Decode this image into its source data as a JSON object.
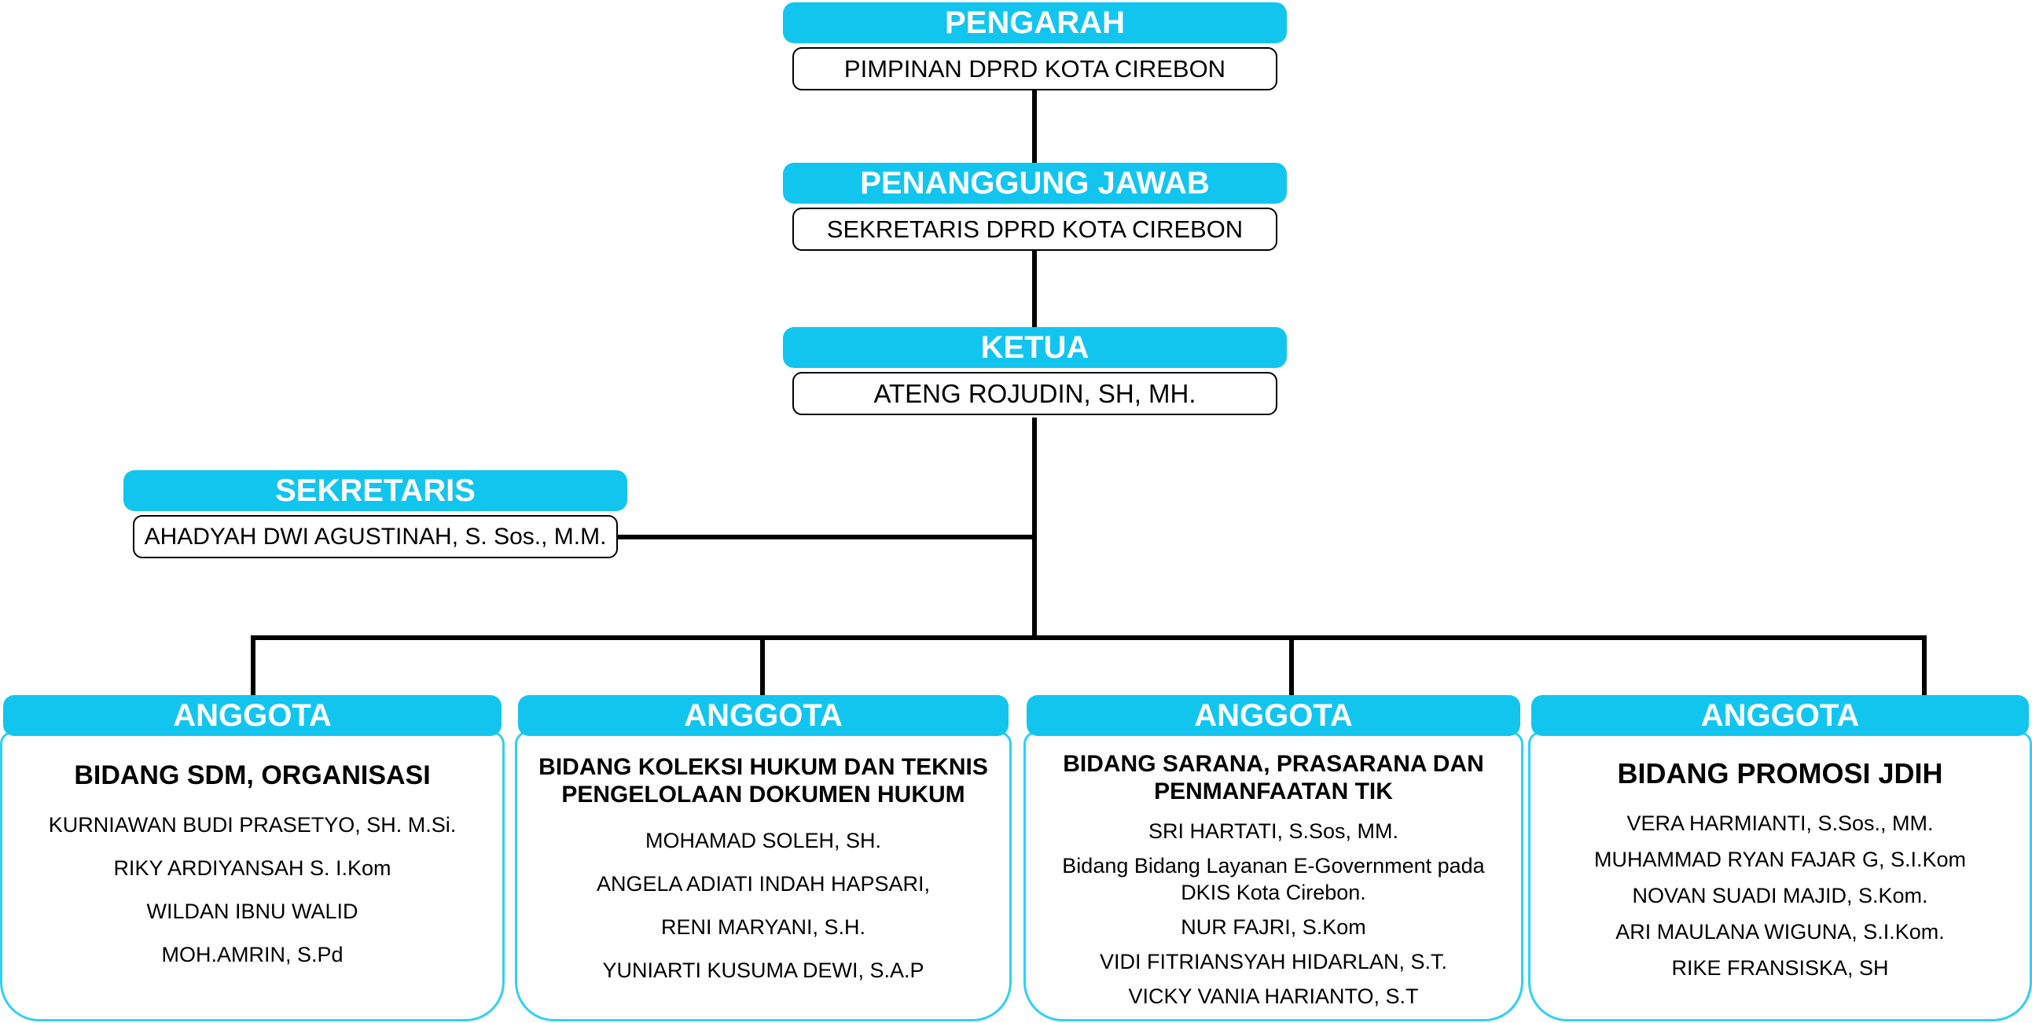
{
  "colors": {
    "header_cyan": "#12C5EF",
    "box_border_cyan": "#2FD0F4",
    "connector_black": "#000000",
    "header_text": "#FFFFFF",
    "body_text": "#000000"
  },
  "nodes": {
    "pengarah": {
      "title": "PENGARAH",
      "subtitle": "PIMPINAN DPRD KOTA CIREBON"
    },
    "penanggung_jawab": {
      "title": "PENANGGUNG JAWAB",
      "subtitle": "SEKRETARIS DPRD KOTA CIREBON"
    },
    "ketua": {
      "title": "KETUA",
      "subtitle": "ATENG ROJUDIN, SH, MH."
    },
    "sekretaris": {
      "title": "SEKRETARIS",
      "subtitle": "AHADYAH DWI AGUSTINAH, S. Sos., M.M."
    }
  },
  "anggota": [
    {
      "header": "ANGGOTA",
      "division": "BIDANG SDM, ORGANISASI",
      "members": [
        "KURNIAWAN BUDI PRASETYO, SH. M.Si.",
        "RIKY ARDIYANSAH S. I.Kom",
        "WILDAN IBNU WALID",
        "MOH.AMRIN, S.Pd"
      ]
    },
    {
      "header": "ANGGOTA",
      "division": "BIDANG KOLEKSI HUKUM DAN TEKNIS PENGELOLAAN DOKUMEN HUKUM",
      "members": [
        "MOHAMAD SOLEH, SH.",
        "ANGELA ADIATI INDAH HAPSARI,",
        "RENI MARYANI, S.H.",
        "YUNIARTI KUSUMA DEWI, S.A.P"
      ]
    },
    {
      "header": "ANGGOTA",
      "division": "BIDANG SARANA, PRASARANA DAN PENMANFAATAN TIK",
      "members": [
        "SRI HARTATI, S.Sos, MM.",
        "Bidang Bidang Layanan E-Government pada DKIS Kota Cirebon.",
        "NUR FAJRI, S.Kom",
        "VIDI FITRIANSYAH HIDARLAN, S.T.",
        "VICKY VANIA HARIANTO, S.T"
      ]
    },
    {
      "header": "ANGGOTA",
      "division": "BIDANG PROMOSI JDIH",
      "members": [
        "VERA HARMIANTI, S.Sos., MM.",
        "MUHAMMAD RYAN FAJAR G, S.I.Kom",
        "NOVAN SUADI MAJID, S.Kom.",
        "ARI MAULANA WIGUNA, S.I.Kom.",
        "RIKE FRANSISKA, SH"
      ]
    }
  ]
}
